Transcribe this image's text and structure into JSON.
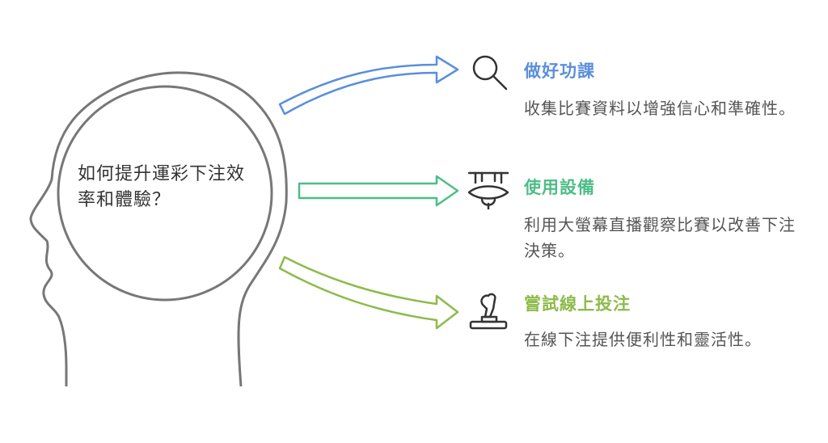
{
  "center": {
    "question": "如何提升運彩下注效率和體驗？"
  },
  "items": [
    {
      "title": "做好功課",
      "description": "收集比賽資料以增強信心和準確性。",
      "icon": "magnifier-icon",
      "color": "#5b8fd9"
    },
    {
      "title": "使用設備",
      "description": "利用大螢幕直播觀察比賽以改善下注決策。",
      "icon": "tv-device-icon",
      "color": "#4dbd87"
    },
    {
      "title": "嘗試線上投注",
      "description": "在線下注提供便利性和靈活性。",
      "icon": "joystick-icon",
      "color": "#8dbb4a"
    }
  ],
  "colors": {
    "outline": "#777777",
    "text": "#555555"
  }
}
